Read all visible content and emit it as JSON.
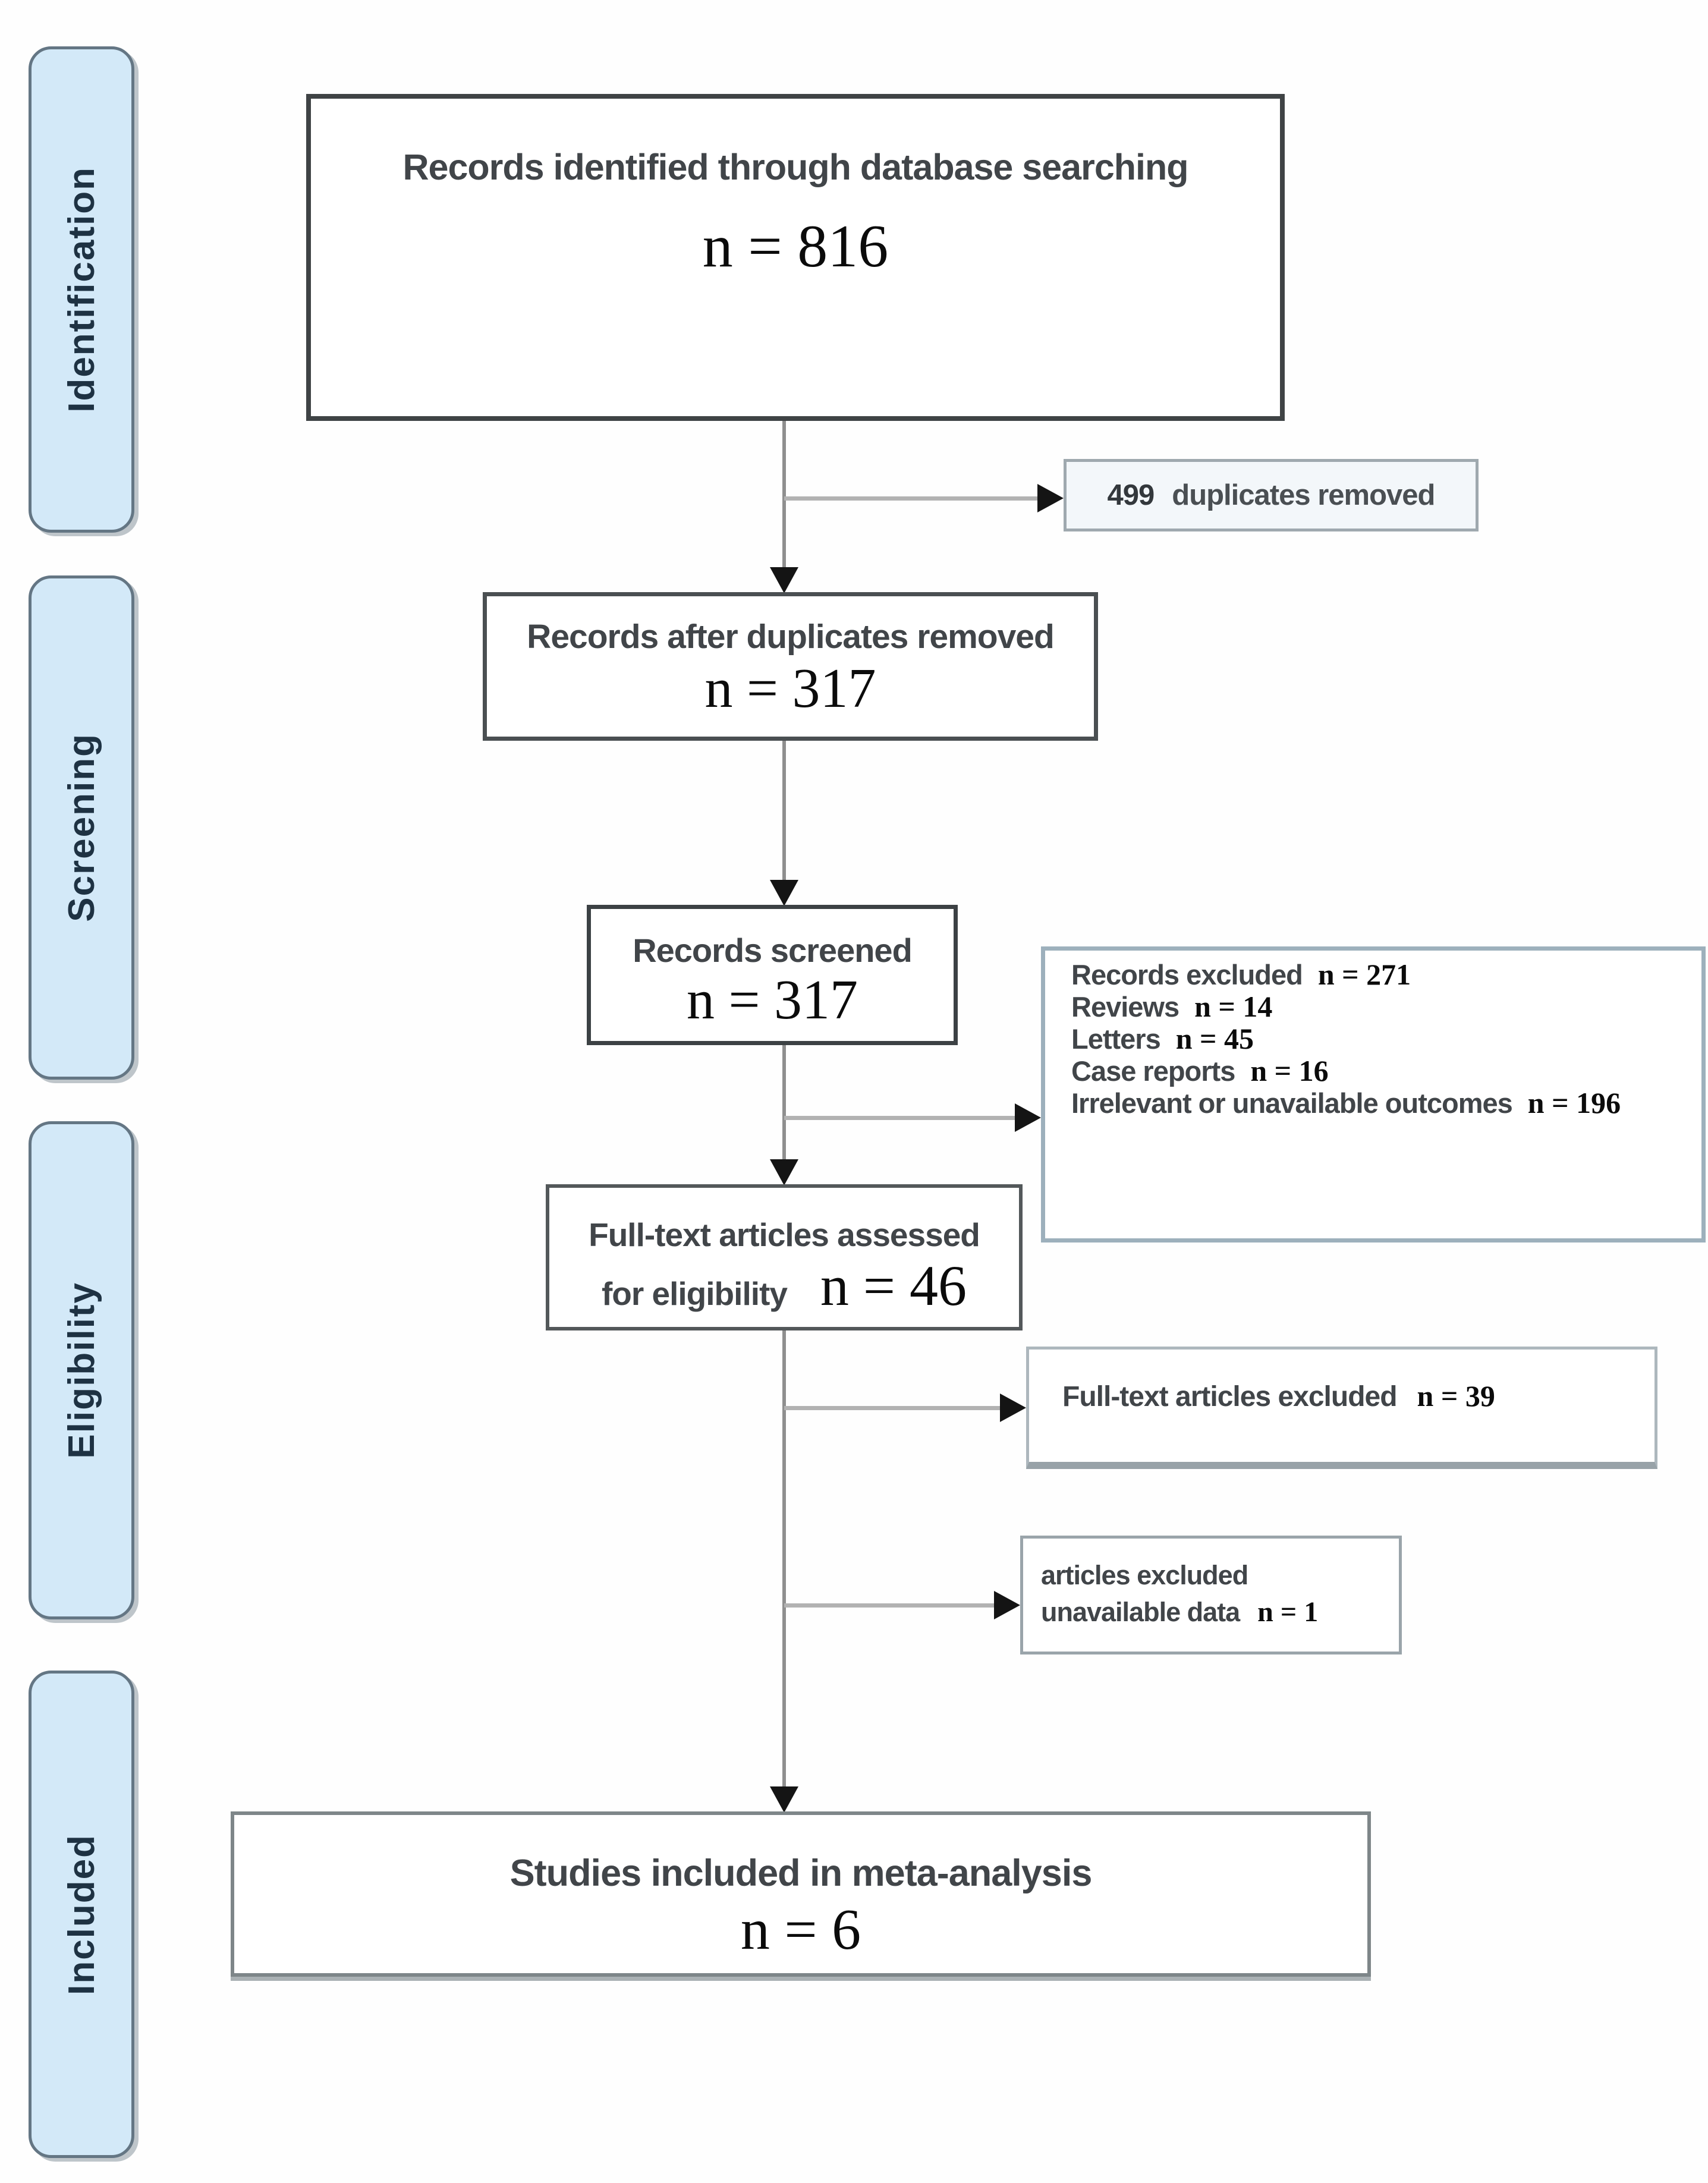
{
  "diagram": {
    "stages": [
      {
        "label": "Identification"
      },
      {
        "label": "Screening"
      },
      {
        "label": "Eligibility"
      },
      {
        "label": "Included"
      }
    ],
    "nodes": {
      "identified": {
        "label": "Records identified through database searching",
        "n": "n = 816"
      },
      "duplicates_removed": {
        "count": "499",
        "label": "duplicates removed"
      },
      "after_duplicates": {
        "label": "Records after duplicates removed",
        "n": "n = 317"
      },
      "screened": {
        "label": "Records screened",
        "n": "n = 317"
      },
      "records_excluded": {
        "lines": [
          {
            "text": "Records excluded",
            "n": "n = 271"
          },
          {
            "text": "Reviews",
            "n": "n = 14"
          },
          {
            "text": "Letters",
            "n": "n = 45"
          },
          {
            "text": "Case reports",
            "n": "n = 16"
          },
          {
            "text": "Irrelevant or unavailable outcomes",
            "n": "n = 196"
          }
        ]
      },
      "fulltext_assessed": {
        "line1": "Full-text articles assessed",
        "line2": "for eligibility",
        "n": "n = 46"
      },
      "fulltext_excluded": {
        "label": "Full-text articles excluded",
        "n": "n = 39"
      },
      "articles_excluded": {
        "line1": "articles excluded",
        "line2": "unavailable data",
        "n": "n = 1"
      },
      "included_meta": {
        "label": "Studies included in meta-analysis",
        "n": "n = 6"
      }
    },
    "colors": {
      "stage_fill": "#d3e9f8",
      "stage_border": "#647684",
      "stage_text": "#1e3243",
      "box_border_dark": "#3f4345",
      "box_border_light": "#9db0bc",
      "line_gray": "#8f8f8f",
      "arrow_black": "#141414"
    }
  }
}
